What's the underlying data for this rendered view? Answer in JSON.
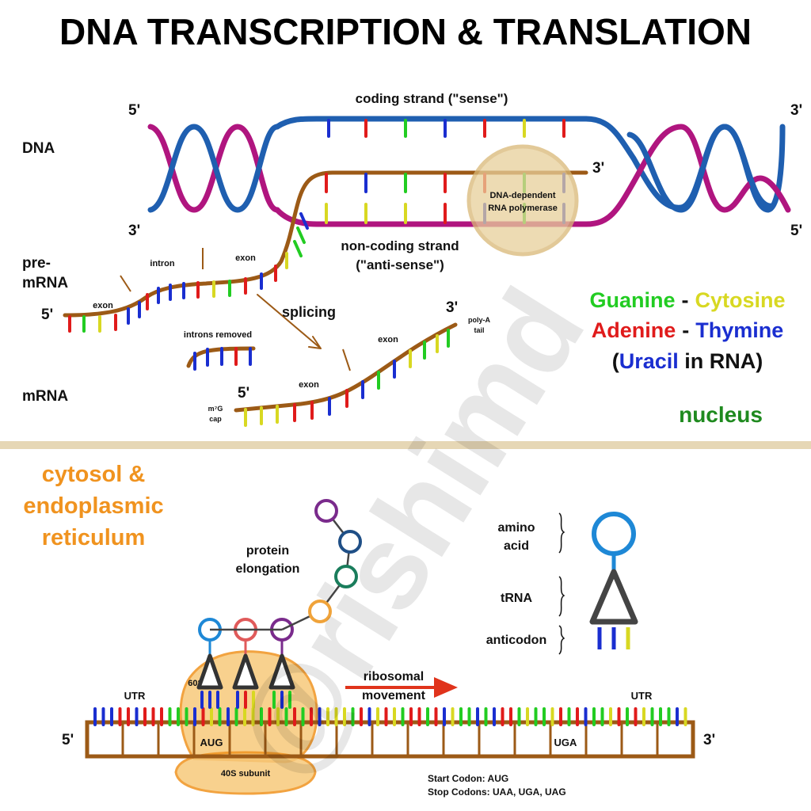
{
  "title": "DNA TRANSCRIPTION & TRANSLATION",
  "colors": {
    "guanine": "#22cc22",
    "cytosine": "#d8d822",
    "adenine": "#e01b1b",
    "thymine_uracil": "#1a2ed0",
    "strand_blue": "#1f5fb0",
    "strand_magenta": "#b0157f",
    "backbone_brown": "#9c5a16",
    "cytosol_orange": "#f0931f",
    "nucleus_green": "#1f8a1f",
    "polymerase_fill": "#e8cf9a"
  },
  "transcription": {
    "dna_label": "DNA",
    "premrna_label_1": "pre-",
    "premrna_label_2": "mRNA",
    "mrna_label": "mRNA",
    "five_prime": "5'",
    "three_prime": "3'",
    "coding_strand": "coding strand (\"sense\")",
    "noncoding_strand_1": "non-coding strand",
    "noncoding_strand_2": "(\"anti-sense\")",
    "polymerase_1": "DNA-dependent",
    "polymerase_2": "RNA polymerase",
    "exon": "exon",
    "intron": "intron",
    "splicing": "splicing",
    "introns_removed": "introns removed",
    "poly_a_1": "poly-A",
    "poly_a_2": "tail",
    "cap_1": "m⁷G",
    "cap_2": "cap",
    "nucleus": "nucleus"
  },
  "legend": {
    "guanine": "Guanine",
    "dash": "-",
    "cytosine": "Cytosine",
    "adenine": "Adenine",
    "thymine": "Thymine",
    "uracil_open": "(",
    "uracil": "Uracil",
    "uracil_rest": " in RNA)"
  },
  "translation": {
    "section_1": "cytosol &",
    "section_2": "endoplasmic",
    "section_3": "reticulum",
    "protein_1": "protein",
    "protein_2": "elongation",
    "amino_1": "amino",
    "amino_2": "acid",
    "trna": "tRNA",
    "anticodon": "anticodon",
    "large_subunit": "60S",
    "small_subunit": "40S subunit",
    "utr": "UTR",
    "ribosomal_1": "ribosomal",
    "ribosomal_2": "movement",
    "start_codon": "AUG",
    "stop_codon": "UGA",
    "start_note": "Start Codon: AUG",
    "stop_note": "Stop Codons: UAA, UGA, UAG",
    "five_prime": "5'",
    "three_prime": "3'"
  },
  "watermark": "@rishimd",
  "icons": [
    "ribosome-shape",
    "trna-shape",
    "helix-strand",
    "brace-icon",
    "arrow-right-icon"
  ]
}
